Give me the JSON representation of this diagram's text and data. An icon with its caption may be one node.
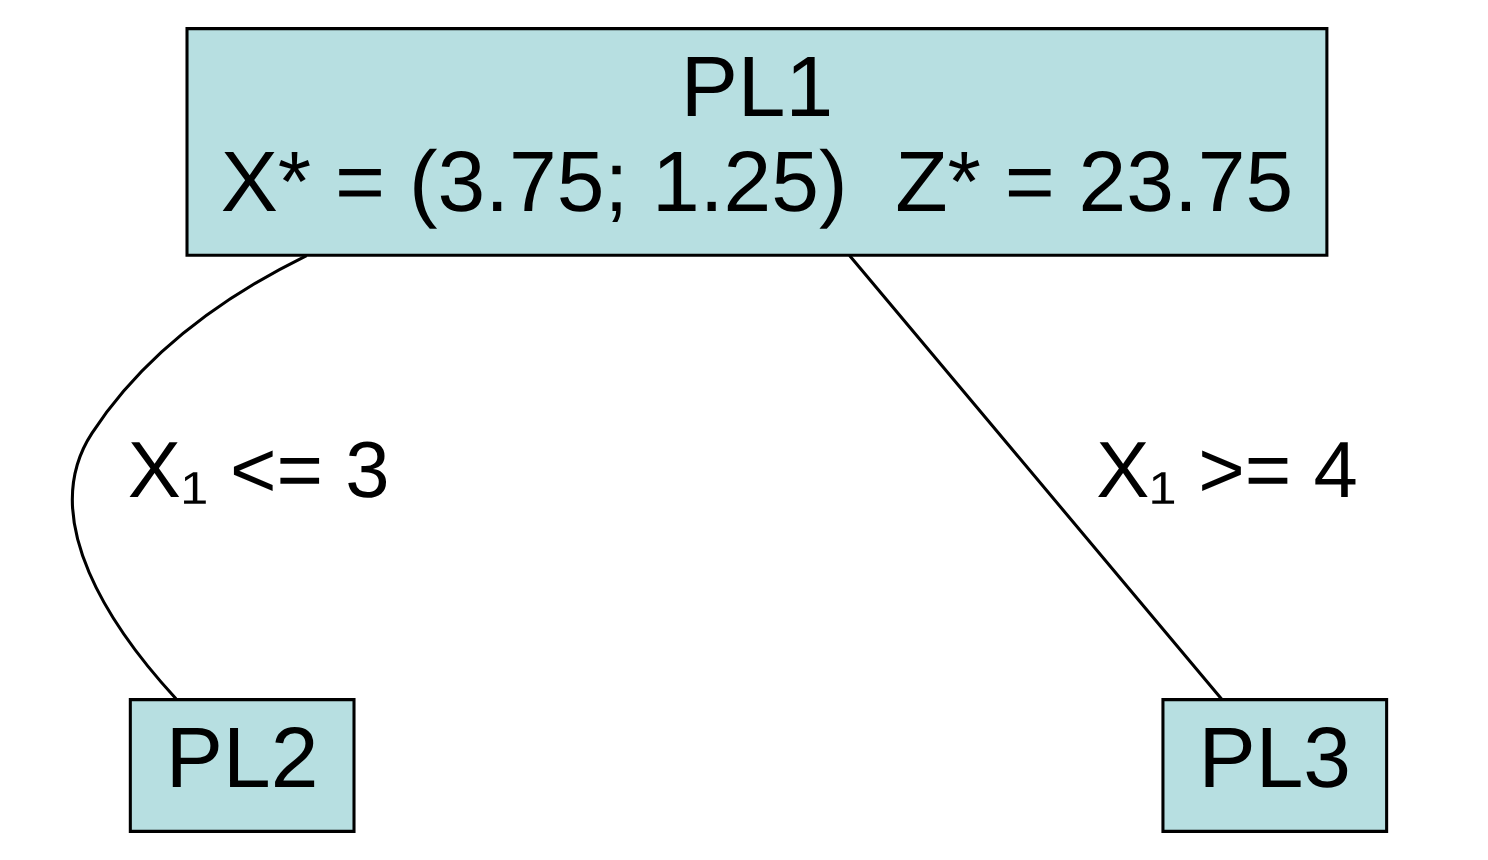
{
  "diagram": {
    "nodes": [
      {
        "text": [
          "PL1",
          "X* = (3.75; 1.25)  Z* = 23.75"
        ]
      },
      {
        "text": [
          "PL2"
        ]
      },
      {
        "text": [
          "PL3"
        ]
      }
    ],
    "edges": [
      {
        "from": 0,
        "to": 1,
        "arrow": "none",
        "label": "X₁ <= 3"
      },
      {
        "from": 0,
        "to": 2,
        "arrow": "none",
        "label": "X₁ >= 4"
      }
    ]
  }
}
